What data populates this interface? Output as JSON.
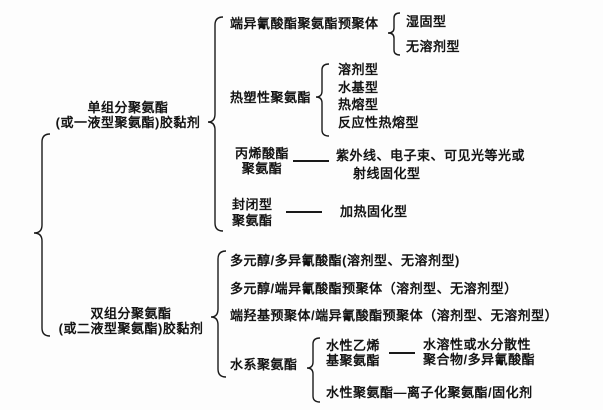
{
  "page": {
    "background": "#fdfdfd",
    "text_color": "#141414",
    "line_color": "#1a1a1a"
  },
  "tree": {
    "group1": {
      "label_line1": "单组分聚氨酯",
      "label_line2": "(或一液型聚氨酯)胶黏剂",
      "branches": {
        "prepolymer": {
          "label": "端异氰酸酯聚氨酯预聚体",
          "types": [
            "湿固型",
            "无溶剂型"
          ]
        },
        "thermoplastic": {
          "label": "热塑性聚氨酯",
          "types": [
            "溶剂型",
            "水基型",
            "热熔型",
            "反应性热熔型"
          ]
        },
        "acrylate": {
          "label_line1": "丙烯酸酯",
          "label_line2": "聚氨酯",
          "type_line1": "紫外线、电子束、可见光等光或",
          "type_line2": "射线固化型"
        },
        "blocked": {
          "label_line1": "封闭型",
          "label_line2": "聚氨酯",
          "type": "加热固化型"
        }
      }
    },
    "group2": {
      "label_line1": "双组分聚氨酯",
      "label_line2": "(或二液型聚氨酯)胶黏剂",
      "branches": {
        "polyol_isocyanate": "多元醇/多异氰酸酯(溶剂型、无溶剂型)",
        "polyol_prepolymer": "多元醇/端异氰酸酯预聚体（溶剂型、无溶剂型）",
        "hydroxyl_prepolymer": "端羟基预聚体/端异氰酸酯预聚体（溶剂型、无溶剂型）",
        "waterborne": {
          "label": "水系聚氨酯",
          "vinyl": {
            "label_line1": "水性乙烯",
            "label_line2": "基聚氨酯",
            "type_line1": "水溶性或水分散性",
            "type_line2": "聚合物/多异氰酸酯"
          },
          "aqueous": "水性聚氨酯—离子化聚氨酯/固化剂"
        }
      }
    }
  }
}
